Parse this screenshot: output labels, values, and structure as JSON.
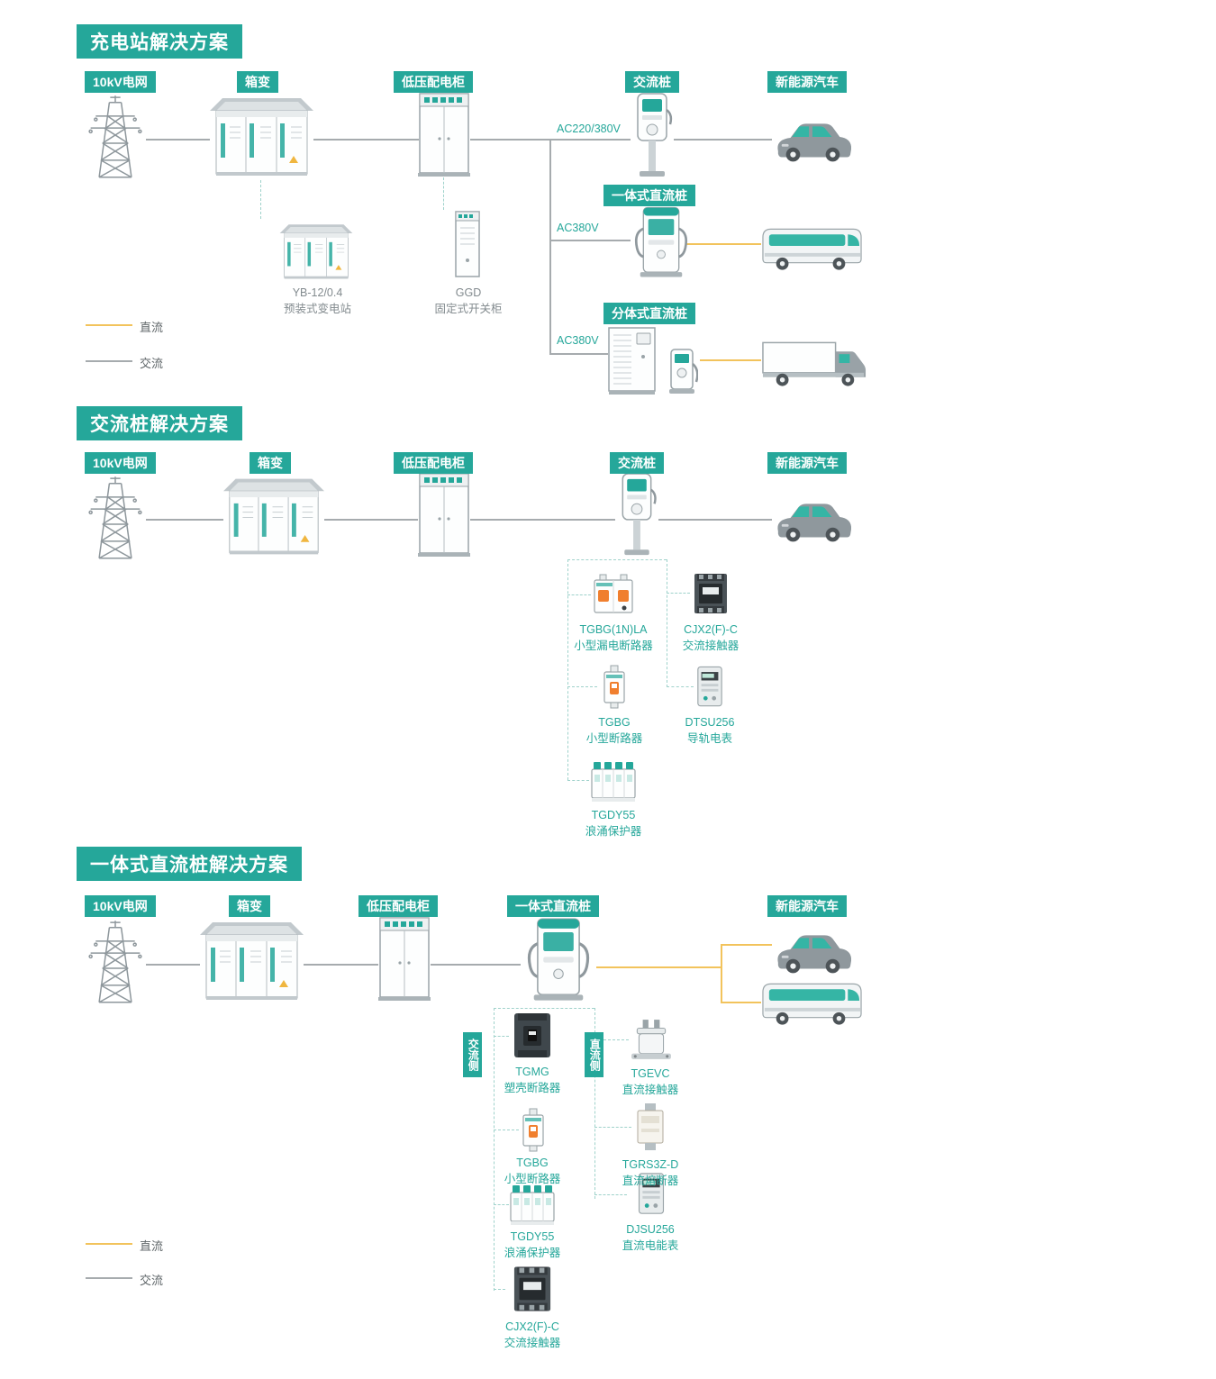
{
  "colors": {
    "accent_teal": "#25a79a",
    "dc_line_yellow": "#f2c35c",
    "ac_line_gray": "#a6abae"
  },
  "sections": [
    {
      "title": "充电站解决方案",
      "columns": [
        "10kV电网",
        "箱变",
        "低压配电柜",
        "交流桩",
        "新能源汽车"
      ],
      "voltages": [
        "AC220/380V",
        "AC380V",
        "AC380V"
      ],
      "sub_banners": [
        "一体式直流桩",
        "分体式直流桩"
      ],
      "equipment": [
        {
          "model": "YB-12/0.4",
          "desc": "预装式变电站"
        },
        {
          "model": "GGD",
          "desc": "固定式开关柜"
        }
      ],
      "legend": [
        {
          "label": "直流"
        },
        {
          "label": "交流"
        }
      ]
    },
    {
      "title": "交流桩解决方案",
      "columns": [
        "10kV电网",
        "箱变",
        "低压配电柜",
        "交流桩",
        "新能源汽车"
      ],
      "products": [
        {
          "model": "TGBG(1N)LA",
          "desc": "小型漏电断路器"
        },
        {
          "model": "CJX2(F)-C",
          "desc": "交流接触器"
        },
        {
          "model": "TGBG",
          "desc": "小型断路器"
        },
        {
          "model": "DTSU256",
          "desc": "导轨电表"
        },
        {
          "model": "TGDY55",
          "desc": "浪涌保护器"
        }
      ]
    },
    {
      "title": "一体式直流桩解决方案",
      "columns": [
        "10kV电网",
        "箱变",
        "低压配电柜",
        "一体式直流桩",
        "新能源汽车"
      ],
      "side_labels": [
        "交流侧",
        "直流侧"
      ],
      "products_ac": [
        {
          "model": "TGMG",
          "desc": "塑壳断路器"
        },
        {
          "model": "TGBG",
          "desc": "小型断路器"
        },
        {
          "model": "TGDY55",
          "desc": "浪涌保护器"
        },
        {
          "model": "CJX2(F)-C",
          "desc": "交流接触器"
        }
      ],
      "products_dc": [
        {
          "model": "TGEVC",
          "desc": "直流接触器"
        },
        {
          "model": "TGRS3Z-D",
          "desc": "直流熔断器"
        },
        {
          "model": "DJSU256",
          "desc": "直流电能表"
        }
      ],
      "legend": [
        {
          "label": "直流"
        },
        {
          "label": "交流"
        }
      ]
    }
  ]
}
